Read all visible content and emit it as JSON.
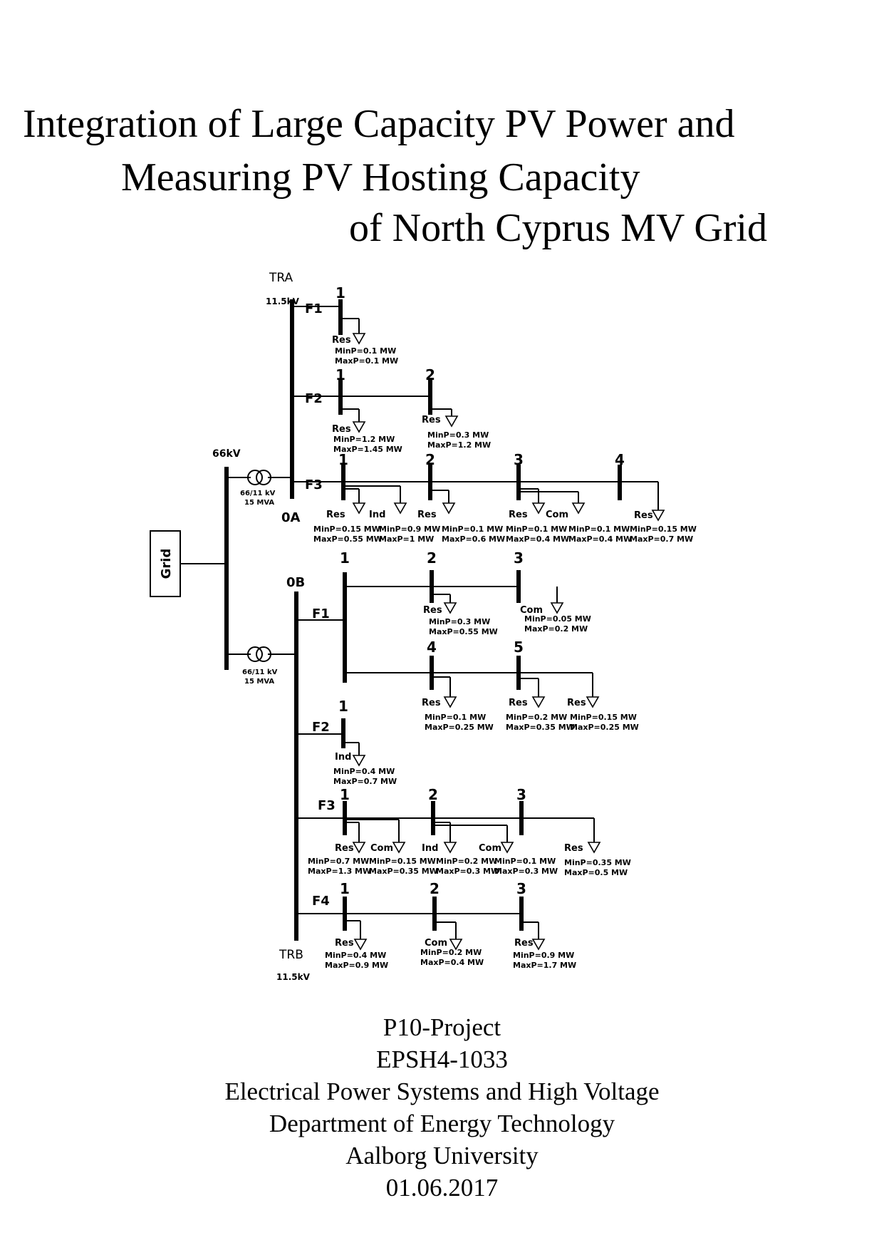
{
  "title_lines": [
    "Integration of Large Capacity PV Power and",
    "Measuring PV Hosting Capacity",
    "of North Cyprus MV Grid"
  ],
  "footer_lines": [
    "P10-Project",
    "EPSH4-1033",
    "Electrical Power Systems and High Voltage",
    "Department of Energy Technology",
    "Aalborg University",
    "01.06.2017"
  ],
  "diagram": {
    "grid": "Grid",
    "hv_bus": "66kV",
    "transformer_a": {
      "rating": "66/11 kV",
      "capacity": "15 MVA"
    },
    "transformer_b": {
      "rating": "66/11 kV",
      "capacity": "15 MVA"
    },
    "substation_a": {
      "name": "TRA",
      "voltage": "11.5kV",
      "bus": "0A"
    },
    "substation_b": {
      "name": "TRB",
      "voltage": "11.5kV",
      "bus": "0B"
    },
    "a_feeders": {
      "f1": "F1",
      "f2": "F2",
      "f3": "F3"
    },
    "b_feeders": {
      "f1": "F1",
      "f2": "F2",
      "f3": "F3",
      "f4": "F4"
    },
    "nodes": {
      "a_f1_1": "1",
      "a_f2_1": "1",
      "a_f2_2": "2",
      "a_f3_1": "1",
      "a_f3_2": "2",
      "a_f3_3": "3",
      "a_f3_4": "4",
      "b_f1_1": "1",
      "b_f1_2": "2",
      "b_f1_3": "3",
      "b_f1_4": "4",
      "b_f1_5": "5",
      "b_f2_1": "1",
      "b_f3_1": "1",
      "b_f3_2": "2",
      "b_f3_3": "3",
      "b_f4_1": "1",
      "b_f4_2": "2",
      "b_f4_3": "3"
    },
    "loads": {
      "a_f1_1": {
        "type": "Res",
        "min": "MinP=0.1 MW",
        "max": "MaxP=0.1 MW"
      },
      "a_f2_1": {
        "type": "Res",
        "min": "MinP=1.2 MW",
        "max": "MaxP=1.45 MW"
      },
      "a_f2_2": {
        "type": "Res",
        "min": "MinP=0.3 MW",
        "max": "MaxP=1.2 MW"
      },
      "a_f3_1a": {
        "type": "Res",
        "min": "MinP=0.15 MW",
        "max": "MaxP=0.55 MW"
      },
      "a_f3_1b": {
        "type": "Ind",
        "min": "MinP=0.9 MW",
        "max": "MaxP=1 MW"
      },
      "a_f3_2": {
        "type": "Res",
        "min": "MinP=0.1 MW",
        "max": "MaxP=0.6 MW"
      },
      "a_f3_3a": {
        "type": "Res",
        "min": "MinP=0.1 MW",
        "max": "MaxP=0.4 MW"
      },
      "a_f3_3b": {
        "type": "Com",
        "min": "MinP=0.1 MW",
        "max": "MaxP=0.4 MW"
      },
      "a_f3_4": {
        "type": "Res",
        "min": "MinP=0.15 MW",
        "max": "MaxP=0.7 MW"
      },
      "b_f1_2": {
        "type": "Res",
        "min": "MinP=0.3 MW",
        "max": "MaxP=0.55 MW"
      },
      "b_f1_3": {
        "type": "Com",
        "min": "MinP=0.05 MW",
        "max": "MaxP=0.2 MW"
      },
      "b_f1_4": {
        "type": "Res",
        "min": "MinP=0.1 MW",
        "max": "MaxP=0.25 MW"
      },
      "b_f1_5a": {
        "type": "Res",
        "min": "MinP=0.2 MW",
        "max": "MaxP=0.35 MW"
      },
      "b_f1_5b": {
        "type": "Res",
        "min": "MinP=0.15 MW",
        "max": "MaxP=0.25 MW"
      },
      "b_f2_1": {
        "type": "Ind",
        "min": "MinP=0.4 MW",
        "max": "MaxP=0.7 MW"
      },
      "b_f3_1a": {
        "type": "Res",
        "min": "MinP=0.7 MW",
        "max": "MaxP=1.3 MW"
      },
      "b_f3_1b": {
        "type": "Com",
        "min": "MinP=0.15 MW",
        "max": "MaxP=0.35 MW"
      },
      "b_f3_2a": {
        "type": "Ind",
        "min": "MinP=0.2 MW",
        "max": "MaxP=0.3 MW"
      },
      "b_f3_2b": {
        "type": "Com",
        "min": "MinP=0.1 MW",
        "max": "MaxP=0.3 MW"
      },
      "b_f3_3": {
        "type": "Res",
        "min": "MinP=0.35 MW",
        "max": "MaxP=0.5 MW"
      },
      "b_f4_1": {
        "type": "Res",
        "min": "MinP=0.4 MW",
        "max": "MaxP=0.9 MW"
      },
      "b_f4_2": {
        "type": "Com",
        "min": "MinP=0.2 MW",
        "max": "MaxP=0.4 MW"
      },
      "b_f4_3": {
        "type": "Res",
        "min": "MinP=0.9 MW",
        "max": "MaxP=1.7 MW"
      }
    }
  }
}
